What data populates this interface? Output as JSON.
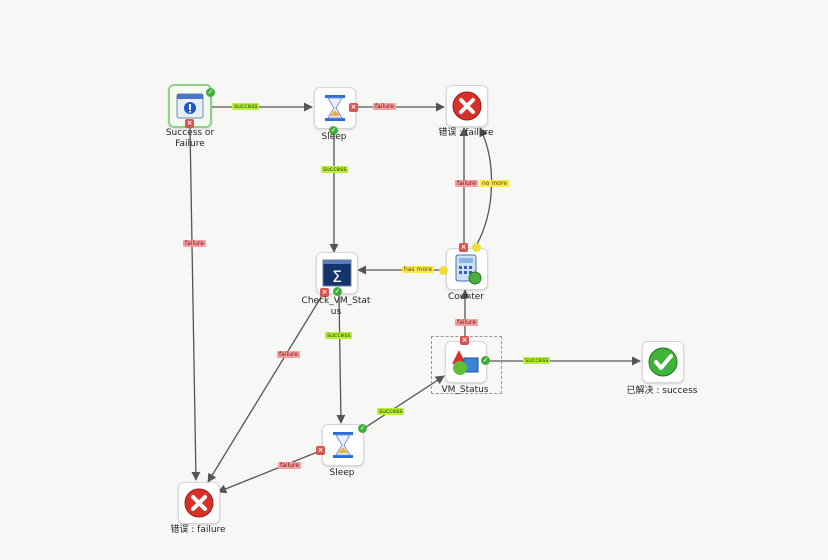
{
  "nodes": {
    "success_or_failure": {
      "label": "Success or\nFailure",
      "icon": "info-dialog-icon"
    },
    "sleep_top": {
      "label": "Sleep",
      "icon": "hourglass-icon"
    },
    "failure_top": {
      "label": "错误 : failure",
      "icon": "red-x-icon"
    },
    "check_vm_status": {
      "label": "Check_VM_Stat\nus",
      "icon": "powershell-icon"
    },
    "counter": {
      "label": "Counter",
      "icon": "calculator-icon"
    },
    "vm_status": {
      "label": "VM_Status",
      "icon": "shapes-icon"
    },
    "resolved_success": {
      "label": "已解决 : success",
      "icon": "green-check-icon"
    },
    "sleep_bottom": {
      "label": "Sleep",
      "icon": "hourglass-icon"
    },
    "failure_bottom": {
      "label": "错误 : failure",
      "icon": "red-x-icon"
    }
  },
  "edges": {
    "sof_to_sleep": "success",
    "sleep_to_failure": "failure",
    "sleep_to_check": "success",
    "sof_to_failure_bottom": "failure",
    "counter_to_check": "has more",
    "counter_to_failure_top_failure": "failure",
    "counter_to_failure_top_nomore": "no more",
    "check_to_sleep_bottom": "success",
    "check_to_failure_bottom": "failure",
    "sleep_bottom_to_vm": "success",
    "sleep_bottom_to_failure": "failure",
    "vm_to_counter": "failure",
    "vm_to_success": "success"
  },
  "colors": {
    "success_label": "#b8ef3a",
    "failure_label": "#f5a0a0",
    "yellow_label": "#fbe944",
    "edge_line": "#555555"
  }
}
